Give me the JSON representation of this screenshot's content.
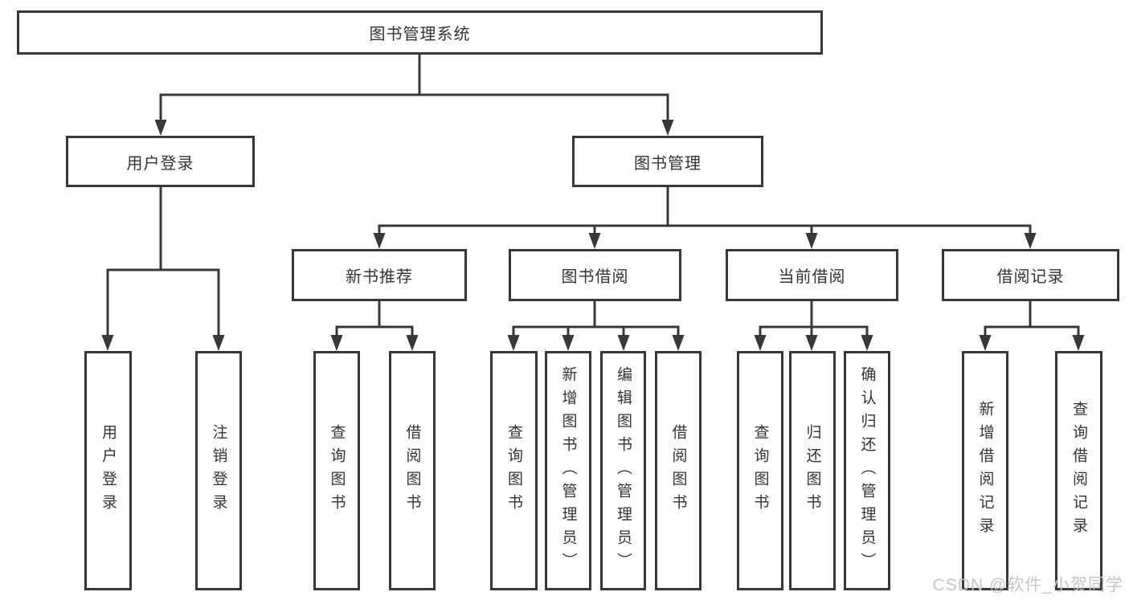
{
  "diagram_title": "图书管理系统",
  "nodes": {
    "root": "图书管理系统",
    "user_login": "用户登录",
    "book_mgmt": "图书管理",
    "new_books": "新书推荐",
    "book_borrow": "图书借阅",
    "current_borrow": "当前借阅",
    "borrow_records": "借阅记录",
    "leaves": {
      "user_login": [
        "用户登录",
        "注销登录"
      ],
      "new_books": [
        "查询图书",
        "借阅图书"
      ],
      "book_borrow": [
        "查询图书",
        "新增图书（管理员）",
        "编辑图书（管理员）",
        "借阅图书"
      ],
      "current_borrow": [
        "查询图书",
        "归还图书",
        "确认归还（管理员）"
      ],
      "borrow_records": [
        "新增借阅记录",
        "查询借阅记录"
      ]
    }
  },
  "watermark": "CSDN @软件_小贺同学",
  "colors": {
    "line": "#383838",
    "node_border": "#383838",
    "node_text": "#333333",
    "background": "#ffffff",
    "watermark": "#c6c6c6"
  }
}
